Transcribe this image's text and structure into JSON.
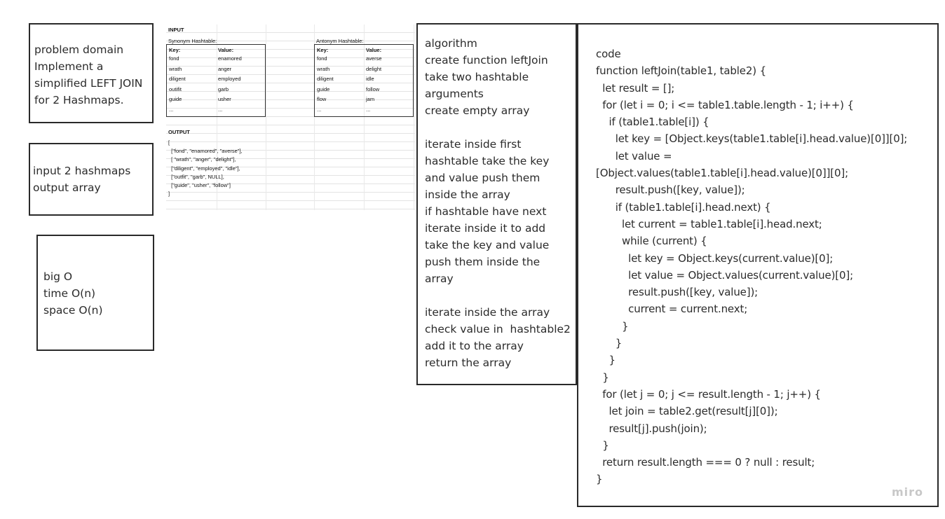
{
  "problem_domain": {
    "lines": [
      "problem domain",
      "Implement a",
      "simplified LEFT JOIN",
      "for 2 Hashmaps."
    ]
  },
  "io_box": {
    "lines": [
      "input 2 hashmaps",
      "output array"
    ]
  },
  "big_o": {
    "lines": [
      "big O",
      "time O(n)",
      "space O(n)"
    ]
  },
  "algorithm": {
    "lines": [
      "algorithm",
      "create function leftJoin",
      "take two hashtable",
      "arguments",
      "create empty array",
      "",
      "iterate inside first",
      "hashtable take the key",
      "and value push them",
      "inside the array",
      "if hashtable have next",
      "iterate inside it to add",
      "take the key and value",
      "push them inside the",
      "array",
      "",
      "iterate inside the array",
      "check value in  hashtable2",
      "add it to the array",
      "return the array"
    ]
  },
  "code": {
    "lines": [
      "code",
      "function leftJoin(table1, table2) {",
      "  let result = [];",
      "  for (let i = 0; i <= table1.table.length - 1; i++) {",
      "    if (table1.table[i]) {",
      "      let key = [Object.keys(table1.table[i].head.value)[0]][0];",
      "      let value =",
      "[Object.values(table1.table[i].head.value)[0]][0];",
      "      result.push([key, value]);",
      "      if (table1.table[i].head.next) {",
      "        let current = table1.table[i].head.next;",
      "        while (current) {",
      "          let key = Object.keys(current.value)[0];",
      "          let value = Object.values(current.value)[0];",
      "          result.push([key, value]);",
      "          current = current.next;",
      "        }",
      "      }",
      "    }",
      "  }",
      "  for (let j = 0; j <= result.length - 1; j++) {",
      "    let join = table2.get(result[j][0]);",
      "    result[j].push(join);",
      "  }",
      "  return result.length === 0 ? null : result;",
      "}"
    ]
  },
  "sheet": {
    "input_label": "INPUT",
    "synonym_title": "Synonym Hashtable:",
    "antonym_title": "Antonym Hashtable:",
    "key_header": "Key:",
    "value_header": "Value:",
    "synonym_rows": [
      [
        "fond",
        "enamored"
      ],
      [
        "wrath",
        "anger"
      ],
      [
        "diligent",
        "employed"
      ],
      [
        "outifit",
        "garb"
      ],
      [
        "guide",
        "usher"
      ],
      [
        "...",
        "..."
      ]
    ],
    "antonym_rows": [
      [
        "fond",
        "averse"
      ],
      [
        "wrath",
        "delight"
      ],
      [
        "diligent",
        "idle"
      ],
      [
        "guide",
        "follow"
      ],
      [
        "flow",
        "jam"
      ],
      [
        "...",
        "..."
      ]
    ],
    "output_label": "OUTPUT",
    "output_lines": [
      "[",
      "  [\"fond\", \"enamored\", \"averse\"],",
      "  [ \"wrath\", \"anger\", \"delight\"],",
      "  [\"diligent\", \"employed\", \"idle\"],",
      "  [\"outfit\", \"garb\", NULL],",
      "  [\"guide\", \"usher\", \"follow\"]",
      "]"
    ]
  },
  "watermark": "miro"
}
